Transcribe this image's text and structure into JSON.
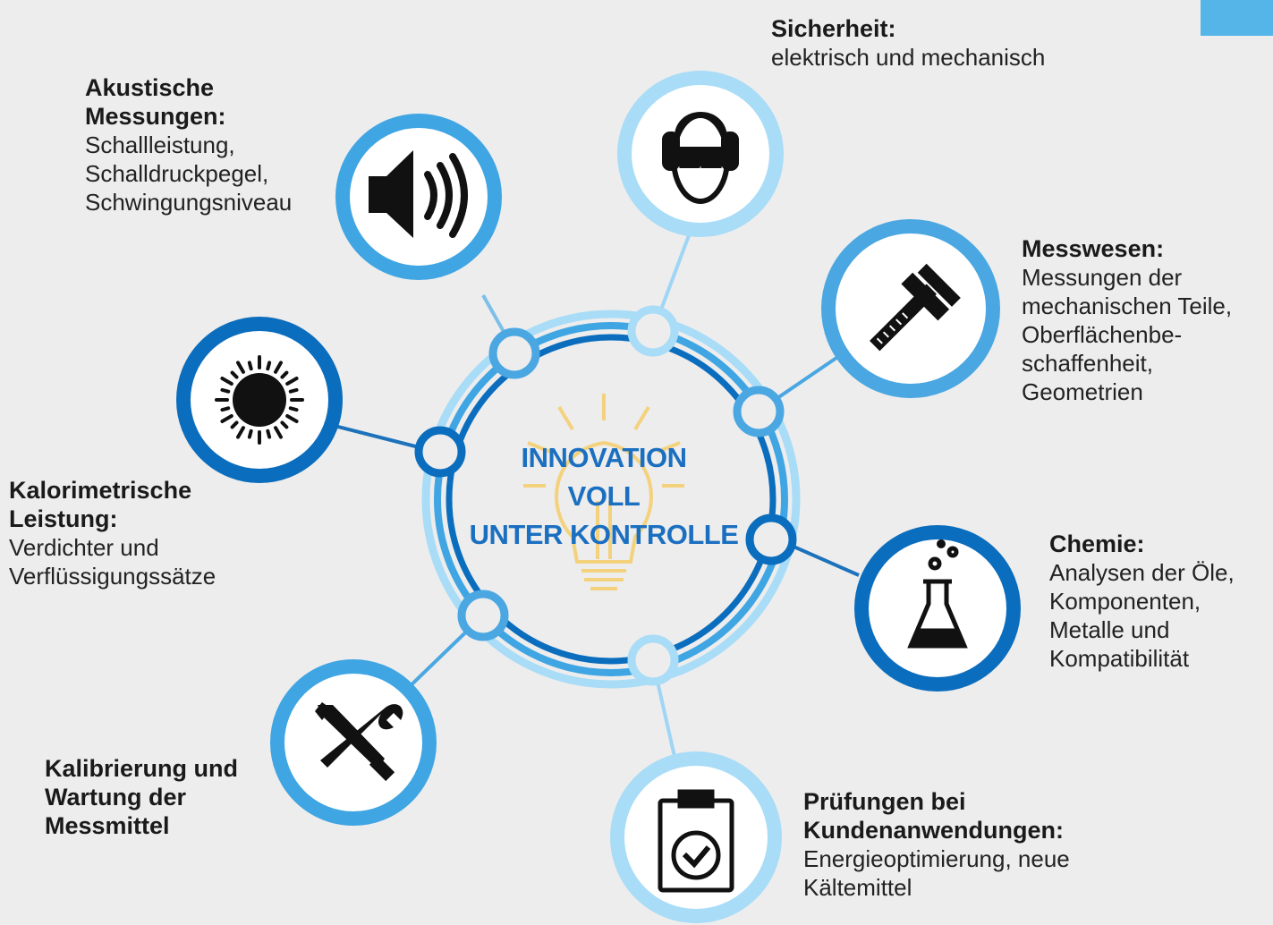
{
  "center": {
    "line1": "INNOVATION",
    "line2": "VOLL",
    "line3": "UNTER KONTROLLE"
  },
  "nodes": [
    {
      "id": "akustik",
      "icon": "speaker-sound-icon",
      "title": "Akustische\nMessungen:",
      "desc": "Schallleistung,\nSchalldruckpegel,\nSchwingungsniveau"
    },
    {
      "id": "sicherheit",
      "icon": "safety-goggles-earmuffs-icon",
      "title": "Sicherheit:",
      "desc": "elektrisch und mechanisch"
    },
    {
      "id": "messwesen",
      "icon": "caliper-icon",
      "title": "Messwesen:",
      "desc": "Messungen der\nmechanischen Teile,\nOberflächenbe-\nschaffenheit,\nGeometrien"
    },
    {
      "id": "kalorimetrie",
      "icon": "sun-icon",
      "title": "Kalorimetrische\nLeistung:",
      "desc": "Verdichter und\nVerflüssigungssätze"
    },
    {
      "id": "chemie",
      "icon": "flask-icon",
      "title": "Chemie:",
      "desc": "Analysen der Öle,\nKomponenten,\nMetalle und\nKompatibilität"
    },
    {
      "id": "kalibrierung",
      "icon": "wrench-screwdriver-icon",
      "title": "Kalibrierung und\nWartung der\nMessmittel",
      "desc": ""
    },
    {
      "id": "pruefungen",
      "icon": "clipboard-check-icon",
      "title": "Prüfungen bei\nKundenanwendungen:",
      "desc": "Energieoptimierung, neue\nKältemittel"
    }
  ],
  "colors": {
    "dark_blue": "#0b6dbd",
    "mid_blue": "#3fa5e3",
    "light_blue": "#a9dcf7",
    "bulb_yellow": "#f6cd6a",
    "background": "#ededed"
  }
}
